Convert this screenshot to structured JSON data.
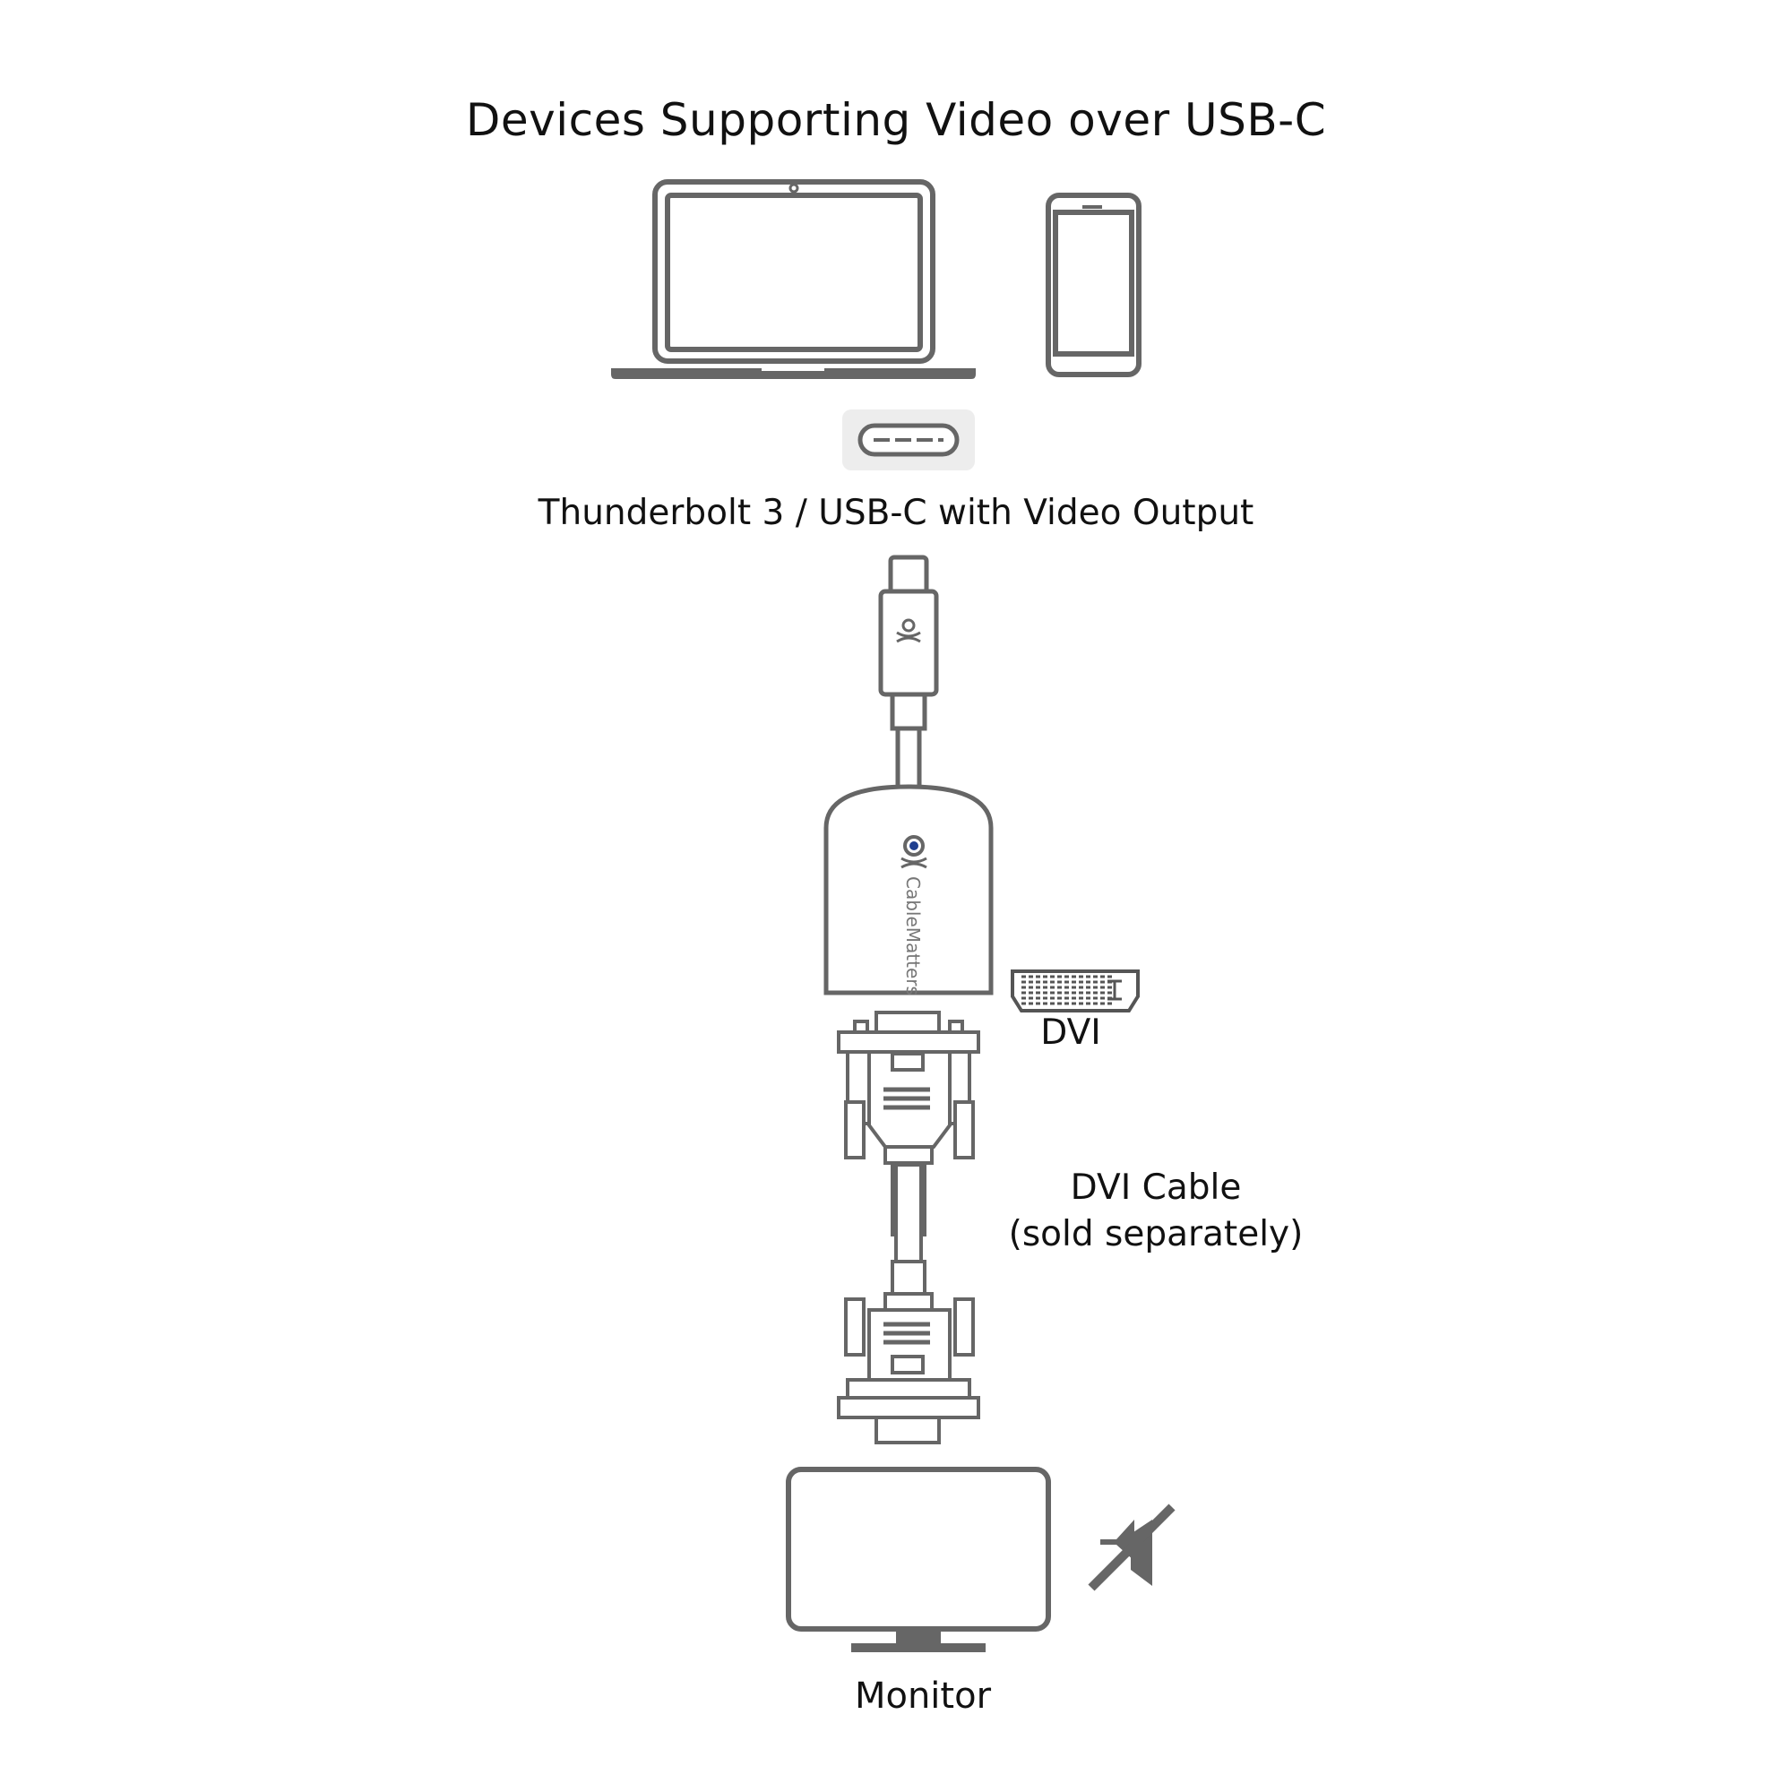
{
  "title": "Devices Supporting Video over USB-C",
  "port_label": "Thunderbolt 3 / USB-C with Video Output",
  "adapter_brand": "CableMatters",
  "dvi_label": "DVI",
  "cable_label_line1": "DVI Cable",
  "cable_label_line2": "(sold separately)",
  "monitor_label": "Monitor",
  "icons": [
    "laptop-icon",
    "smartphone-icon",
    "usb-c-port-icon",
    "dvi-port-icon",
    "no-audio-icon",
    "monitor-icon"
  ],
  "colors": {
    "line": "#666666",
    "text": "#111111",
    "accent": "#1f3f8f",
    "port_bg": "#ededed"
  }
}
